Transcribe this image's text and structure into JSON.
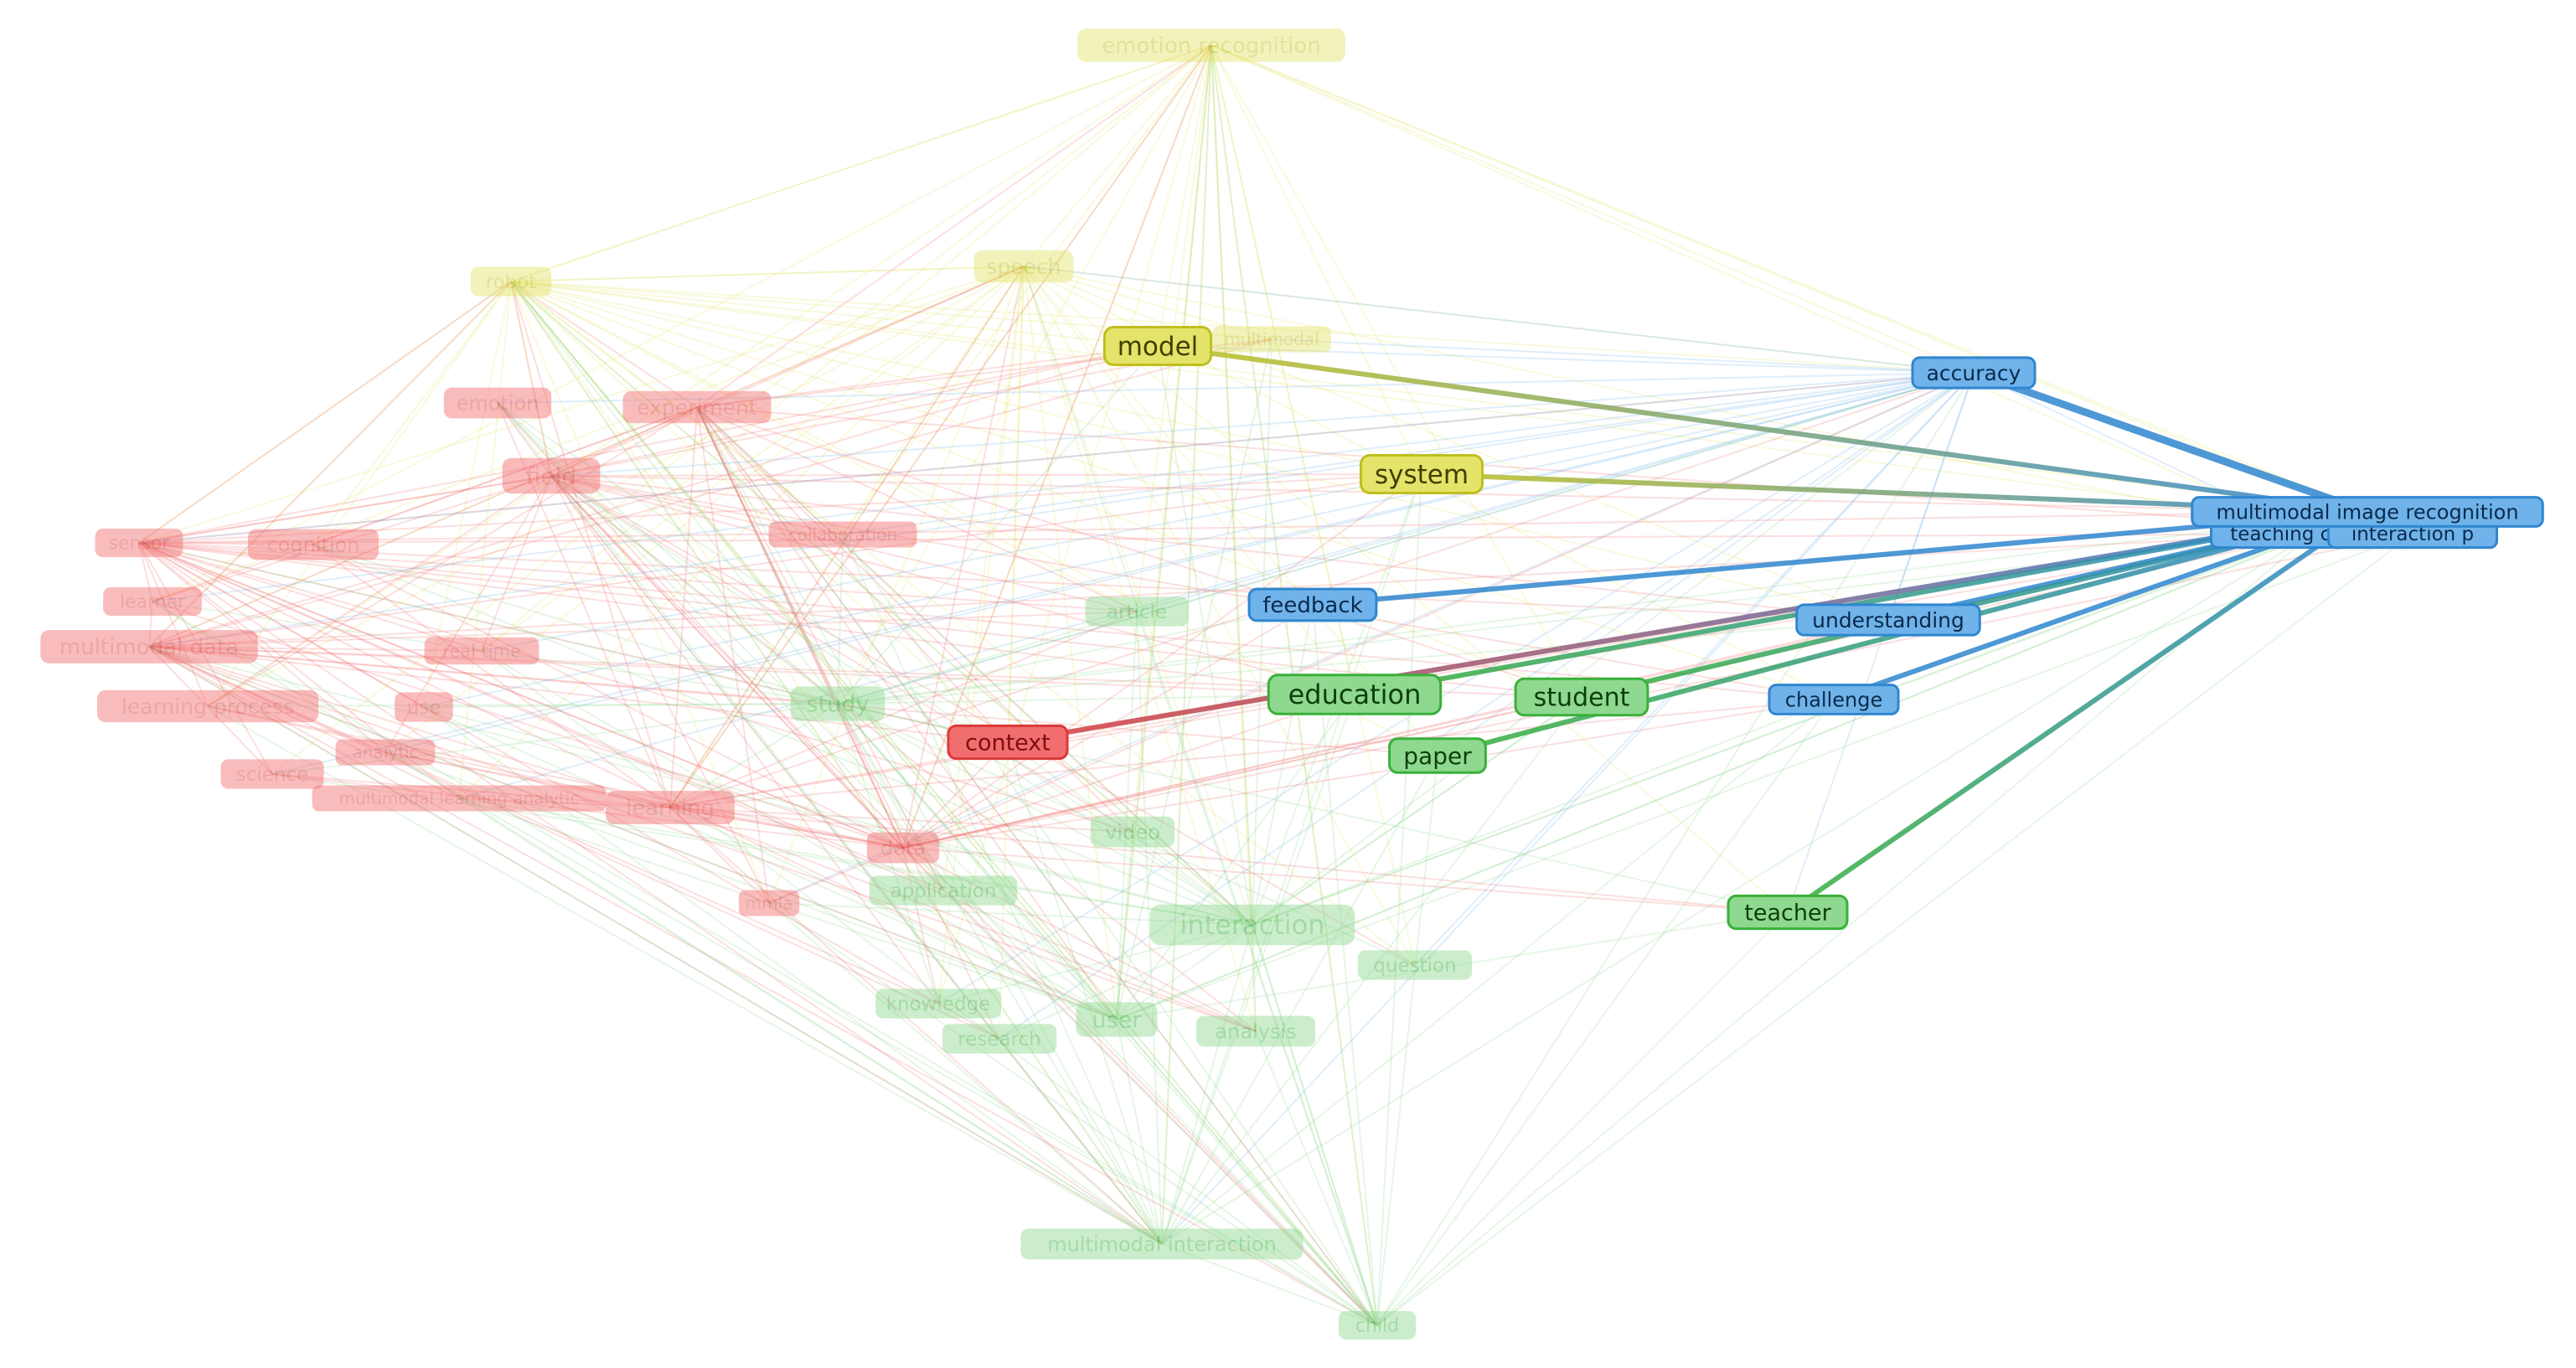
{
  "network": {
    "clusters": {
      "red": {
        "color": "#f26d6d",
        "dark": "#d93a3a",
        "text": "#7a0f0f"
      },
      "yellow": {
        "color": "#e4e36a",
        "dark": "#bfbf1f",
        "text": "#3f3f00"
      },
      "green": {
        "color": "#8fd88f",
        "dark": "#38b03a",
        "text": "#0b3f0b"
      },
      "blue": {
        "color": "#6fb3ea",
        "dark": "#2f86cf",
        "text": "#0b2a4a"
      }
    },
    "nodes": [
      {
        "id": "emotion_recognition",
        "label": "emotion recognition",
        "cluster": "yellow",
        "highlight": false
      },
      {
        "id": "robot",
        "label": "robot",
        "cluster": "yellow",
        "highlight": false
      },
      {
        "id": "speech",
        "label": "speech",
        "cluster": "yellow",
        "highlight": false
      },
      {
        "id": "model",
        "label": "model",
        "cluster": "yellow",
        "highlight": true
      },
      {
        "id": "multimodal",
        "label": "multimodal",
        "cluster": "yellow",
        "highlight": false
      },
      {
        "id": "system",
        "label": "system",
        "cluster": "yellow",
        "highlight": true
      },
      {
        "id": "accuracy",
        "label": "accuracy",
        "cluster": "blue",
        "highlight": true
      },
      {
        "id": "multimodal_image_recognition",
        "label": "multimodal image recognition",
        "cluster": "blue",
        "highlight": true
      },
      {
        "id": "teaching_content",
        "label": "teaching content",
        "cluster": "blue",
        "highlight": true
      },
      {
        "id": "interaction_p",
        "label": "interaction p",
        "cluster": "blue",
        "highlight": true
      },
      {
        "id": "feedback",
        "label": "feedback",
        "cluster": "blue",
        "highlight": true
      },
      {
        "id": "understanding",
        "label": "understanding",
        "cluster": "blue",
        "highlight": true
      },
      {
        "id": "challenge",
        "label": "challenge",
        "cluster": "blue",
        "highlight": true
      },
      {
        "id": "emotion",
        "label": "emotion",
        "cluster": "red",
        "highlight": false
      },
      {
        "id": "experiment",
        "label": "experiment",
        "cluster": "red",
        "highlight": false
      },
      {
        "id": "field",
        "label": "field",
        "cluster": "red",
        "highlight": false
      },
      {
        "id": "sensor",
        "label": "sensor",
        "cluster": "red",
        "highlight": false
      },
      {
        "id": "cognition",
        "label": "cognition",
        "cluster": "red",
        "highlight": false
      },
      {
        "id": "collaboration",
        "label": "collaboration",
        "cluster": "red",
        "highlight": false
      },
      {
        "id": "learner",
        "label": "learner",
        "cluster": "red",
        "highlight": false
      },
      {
        "id": "multimodal_data",
        "label": "multimodal data",
        "cluster": "red",
        "highlight": false
      },
      {
        "id": "real_time",
        "label": "real time",
        "cluster": "red",
        "highlight": false
      },
      {
        "id": "learning_process",
        "label": "learning process",
        "cluster": "red",
        "highlight": false
      },
      {
        "id": "use",
        "label": "use",
        "cluster": "red",
        "highlight": false
      },
      {
        "id": "analytic",
        "label": "analytic",
        "cluster": "red",
        "highlight": false
      },
      {
        "id": "science",
        "label": "science",
        "cluster": "red",
        "highlight": false
      },
      {
        "id": "multimodal_learning_analytic",
        "label": "multimodal learning analytic",
        "cluster": "red",
        "highlight": false
      },
      {
        "id": "learning",
        "label": "learning",
        "cluster": "red",
        "highlight": false
      },
      {
        "id": "data",
        "label": "data",
        "cluster": "red",
        "highlight": false
      },
      {
        "id": "mmla",
        "label": "mmla",
        "cluster": "red",
        "highlight": false
      },
      {
        "id": "context",
        "label": "context",
        "cluster": "red",
        "highlight": true
      },
      {
        "id": "article",
        "label": "article",
        "cluster": "green",
        "highlight": false
      },
      {
        "id": "study",
        "label": "study",
        "cluster": "green",
        "highlight": false
      },
      {
        "id": "education",
        "label": "education",
        "cluster": "green",
        "highlight": true
      },
      {
        "id": "student",
        "label": "student",
        "cluster": "green",
        "highlight": true
      },
      {
        "id": "paper",
        "label": "paper",
        "cluster": "green",
        "highlight": true
      },
      {
        "id": "video",
        "label": "video",
        "cluster": "green",
        "highlight": false
      },
      {
        "id": "application",
        "label": "application",
        "cluster": "green",
        "highlight": false
      },
      {
        "id": "interaction",
        "label": "interaction",
        "cluster": "green",
        "highlight": false
      },
      {
        "id": "question",
        "label": "question",
        "cluster": "green",
        "highlight": false
      },
      {
        "id": "knowledge",
        "label": "knowledge",
        "cluster": "green",
        "highlight": false
      },
      {
        "id": "user",
        "label": "user",
        "cluster": "green",
        "highlight": false
      },
      {
        "id": "research",
        "label": "research",
        "cluster": "green",
        "highlight": false
      },
      {
        "id": "analysis",
        "label": "analysis",
        "cluster": "green",
        "highlight": false
      },
      {
        "id": "teacher",
        "label": "teacher",
        "cluster": "green",
        "highlight": true
      },
      {
        "id": "multimodal_interaction",
        "label": "multimodal interaction",
        "cluster": "green",
        "highlight": false
      },
      {
        "id": "child",
        "label": "child",
        "cluster": "green",
        "highlight": false
      }
    ],
    "highlight_links": [
      [
        "model",
        "multimodal_image_recognition"
      ],
      [
        "system",
        "multimodal_image_recognition"
      ],
      [
        "accuracy",
        "multimodal_image_recognition"
      ],
      [
        "feedback",
        "multimodal_image_recognition"
      ],
      [
        "understanding",
        "multimodal_image_recognition"
      ],
      [
        "challenge",
        "multimodal_image_recognition"
      ],
      [
        "context",
        "multimodal_image_recognition"
      ],
      [
        "education",
        "multimodal_image_recognition"
      ],
      [
        "student",
        "multimodal_image_recognition"
      ],
      [
        "paper",
        "multimodal_image_recognition"
      ],
      [
        "teacher",
        "multimodal_image_recognition"
      ]
    ]
  }
}
